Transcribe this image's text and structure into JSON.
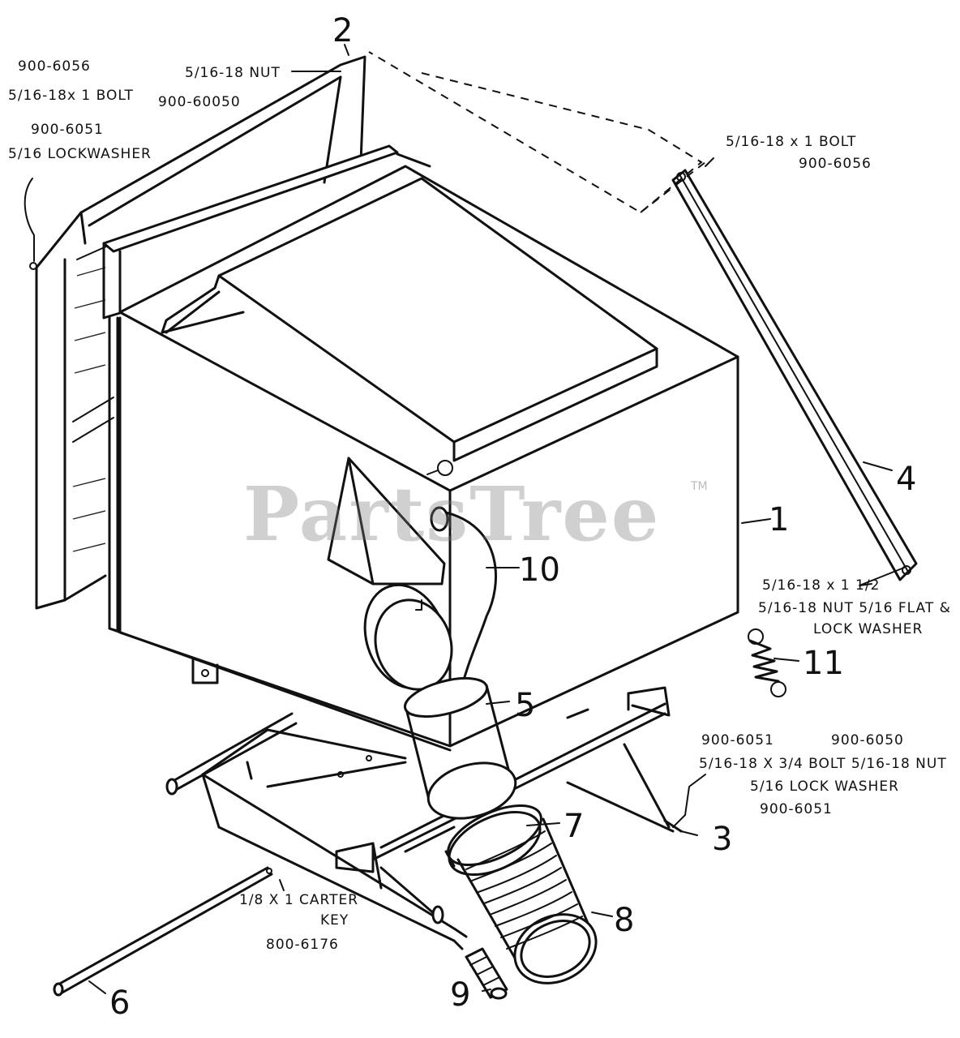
{
  "watermark": {
    "text": "PartsTree",
    "tm": "TM"
  },
  "callouts": {
    "c1": "1",
    "c2": "2",
    "c3": "3",
    "c4": "4",
    "c5": "5",
    "c6": "6",
    "c7": "7",
    "c8": "8",
    "c9": "9",
    "c10": "10",
    "c11": "11"
  },
  "notes": {
    "top_left_pn1": "900-6056",
    "top_left_bolt": "5/16-18x 1 BOLT",
    "top_left_pn2": "900-6051",
    "top_left_lock": "5/16 LOCKWASHER",
    "top_nut": "5/16-18 NUT",
    "top_nut_pn": "900-60050",
    "right_bolt": "5/16-18 x 1 BOLT",
    "right_bolt_pn": "900-6056",
    "right_hw1": "5/16-18 x 1 1/2",
    "right_hw2": "5/16-18 NUT 5/16 FLAT &",
    "right_hw3": "LOCK WASHER",
    "bot_pn_a": "900-6051",
    "bot_pn_b": "900-6050",
    "bot_bolt": "5/16-18 X 3/4 BOLT 5/16-18 NUT",
    "bot_lock": "5/16 LOCK WASHER",
    "bot_pn_c": "900-6051",
    "cotter": "1/8 X 1 CARTER",
    "cotter2": "KEY",
    "cotter_pn": "800-6176"
  }
}
